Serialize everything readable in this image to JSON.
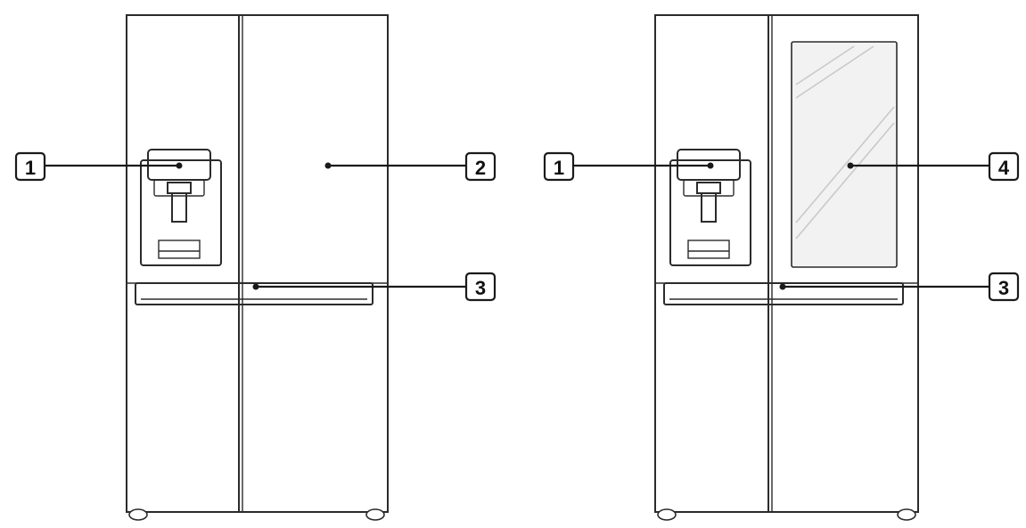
{
  "callouts": {
    "left": {
      "dispenser": "1",
      "door": "2",
      "handle": "3"
    },
    "right": {
      "dispenser": "1",
      "glass_panel": "4",
      "handle": "3"
    }
  }
}
